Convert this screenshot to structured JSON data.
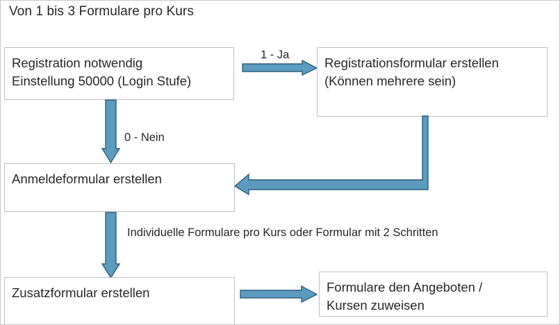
{
  "diagram": {
    "title": "Von 1 bis 3 Formulare pro Kurs",
    "colors": {
      "arrow_fill": "#5B9BC0",
      "arrow_stroke": "#2E5D7A",
      "box_border": "#BFBFBF",
      "text": "#262626",
      "background": "#FFFFFF"
    },
    "nodes": {
      "registration_check": {
        "line1": "Registration notwendig",
        "line2": "Einstellung 50000 (Login Stufe)"
      },
      "registration_form": {
        "line1": "Registrationsformular erstellen",
        "line2": "(Können mehrere sein)"
      },
      "signup_form": {
        "line1": "Anmeldeformular erstellen"
      },
      "extra_form": {
        "line1": "Zusatzformular erstellen"
      },
      "assign_forms": {
        "line1": "Formulare den Angeboten /",
        "line2": "Kursen zuweisen"
      }
    },
    "edge_labels": {
      "yes": "1 - Ja",
      "no": "0 - Nein"
    },
    "notes": {
      "per_course": {
        "line1": "Individuelle Formulare pro Kurs",
        "line2": "oder Formular mit 2 Schritten"
      }
    }
  }
}
